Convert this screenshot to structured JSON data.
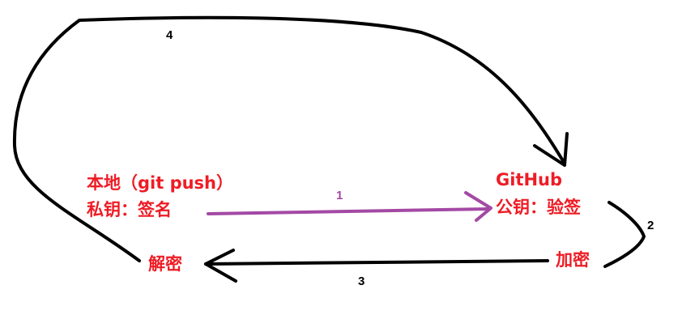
{
  "nodes": {
    "local_title": "本地（git push）",
    "local_key": "私钥：签名",
    "github_title": "GitHub",
    "github_key": "公钥：验签",
    "decrypt": "解密",
    "encrypt": "加密"
  },
  "steps": {
    "s1": "1",
    "s2": "2",
    "s3": "3",
    "s4": "4"
  },
  "colors": {
    "label": "#ee1c25",
    "step1_arrow": "#a349a4",
    "step1_label": "#a349a4",
    "arrow": "#000000",
    "step_label": "#000000"
  }
}
